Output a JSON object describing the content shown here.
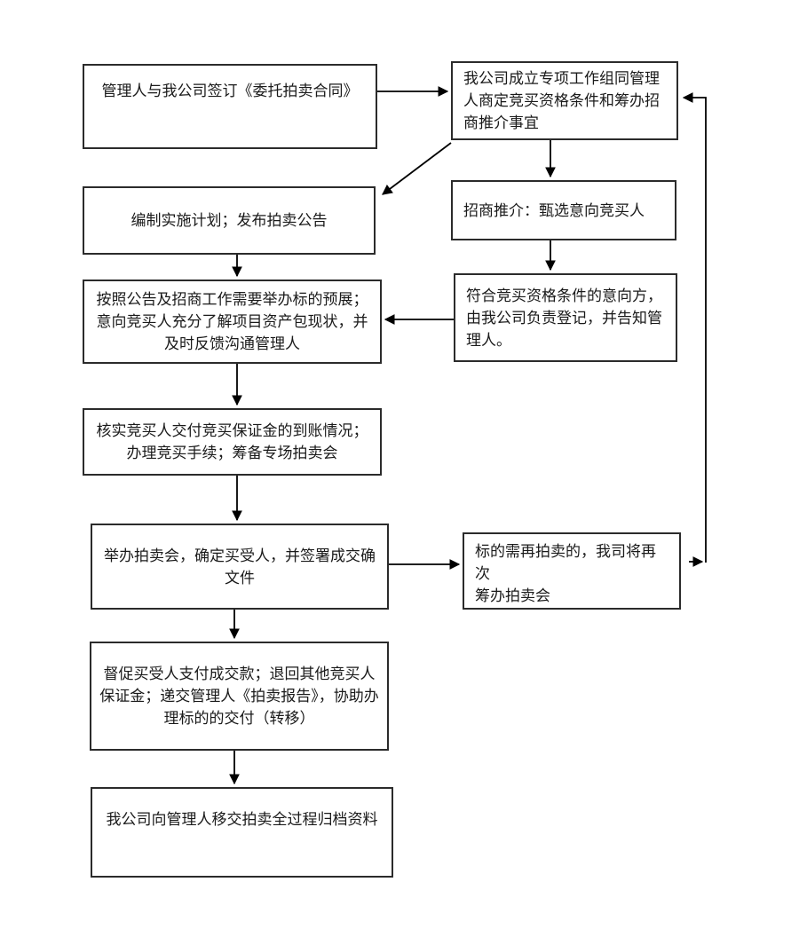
{
  "diagram": {
    "type": "flowchart",
    "language": "zh-CN",
    "colors": {
      "background": "#ffffff",
      "box_border": "#2b2b2b",
      "box_fill": "#ffffff",
      "connector": "#000000",
      "text": "#1a1a1a"
    },
    "boxes": {
      "sign_contract": "管理人与我公司签订《委托拍卖合同》",
      "working_group": [
        "我公司成立专项工作组同管理",
        "人商定竞买资格条件和筹办招",
        "商推介事宜"
      ],
      "plan_announce": "编制实施计划；发布拍卖公告",
      "promotion": "招商推介：甄选意向竞买人",
      "preview": [
        "按照公告及招商工作需要举办标的预展；",
        "意向竞买人充分了解项目资产包现状，并",
        "及时反馈沟通管理人"
      ],
      "register": [
        "符合竞买资格条件的意向方，",
        "由我公司负责登记，并告知管",
        "理人。"
      ],
      "verify_deposit": [
        "核实竞买人交付竞买保证金的到账情况；",
        "办理竞买手续；筹备专场拍卖会"
      ],
      "hold_auction": [
        "举办拍卖会，确定买受人，并签署成交确",
        "文件"
      ],
      "re_auction": [
        "标的需再拍卖的，我司将再次",
        "筹办拍卖会"
      ],
      "post_deal": [
        "督促买受人支付成交款；退回其他竞买人",
        "保证金；递交管理人《拍卖报告》，协助办",
        "理标的的交付（转移）"
      ],
      "archive": "我公司向管理人移交拍卖全过程归档资料"
    }
  }
}
